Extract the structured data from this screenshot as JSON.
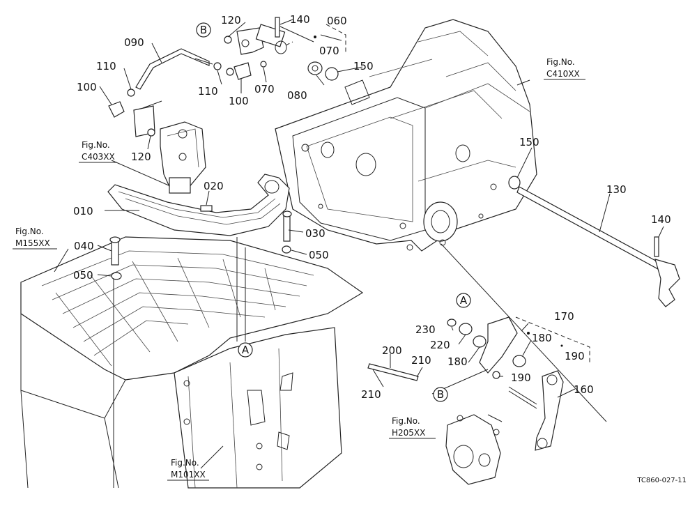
{
  "part_labels": {
    "p010": "010",
    "p020": "020",
    "p030": "030",
    "p040": "040",
    "p050a": "050",
    "p050b": "050",
    "p060": "060",
    "p070a": "070",
    "p070b": "070",
    "p080": "080",
    "p090": "090",
    "p100a": "100",
    "p100b": "100",
    "p110a": "110",
    "p110b": "110",
    "p120a": "120",
    "p120b": "120",
    "p130": "130",
    "p140a": "140",
    "p140b": "140",
    "p150a": "150",
    "p150b": "150",
    "p160": "160",
    "p170": "170",
    "p180a": "180",
    "p180b": "180",
    "p190a": "190",
    "p190b": "190",
    "p200": "200",
    "p210a": "210",
    "p210b": "210",
    "p220": "220",
    "p230": "230"
  },
  "callouts": {
    "a_top": "A",
    "a_bottom": "A",
    "b_top": "B",
    "b_bottom": "B"
  },
  "fig_refs": {
    "c410": {
      "line1": "Fig.No.",
      "line2": "C410XX"
    },
    "c403": {
      "line1": "Fig.No.",
      "line2": "C403XX"
    },
    "m155": {
      "line1": "Fig.No.",
      "line2": "M155XX"
    },
    "m101": {
      "line1": "Fig.No.",
      "line2": "M101XX"
    },
    "h205": {
      "line1": "Fig.No.",
      "line2": "H205XX"
    }
  },
  "drawing_code": "TC860-027-11"
}
